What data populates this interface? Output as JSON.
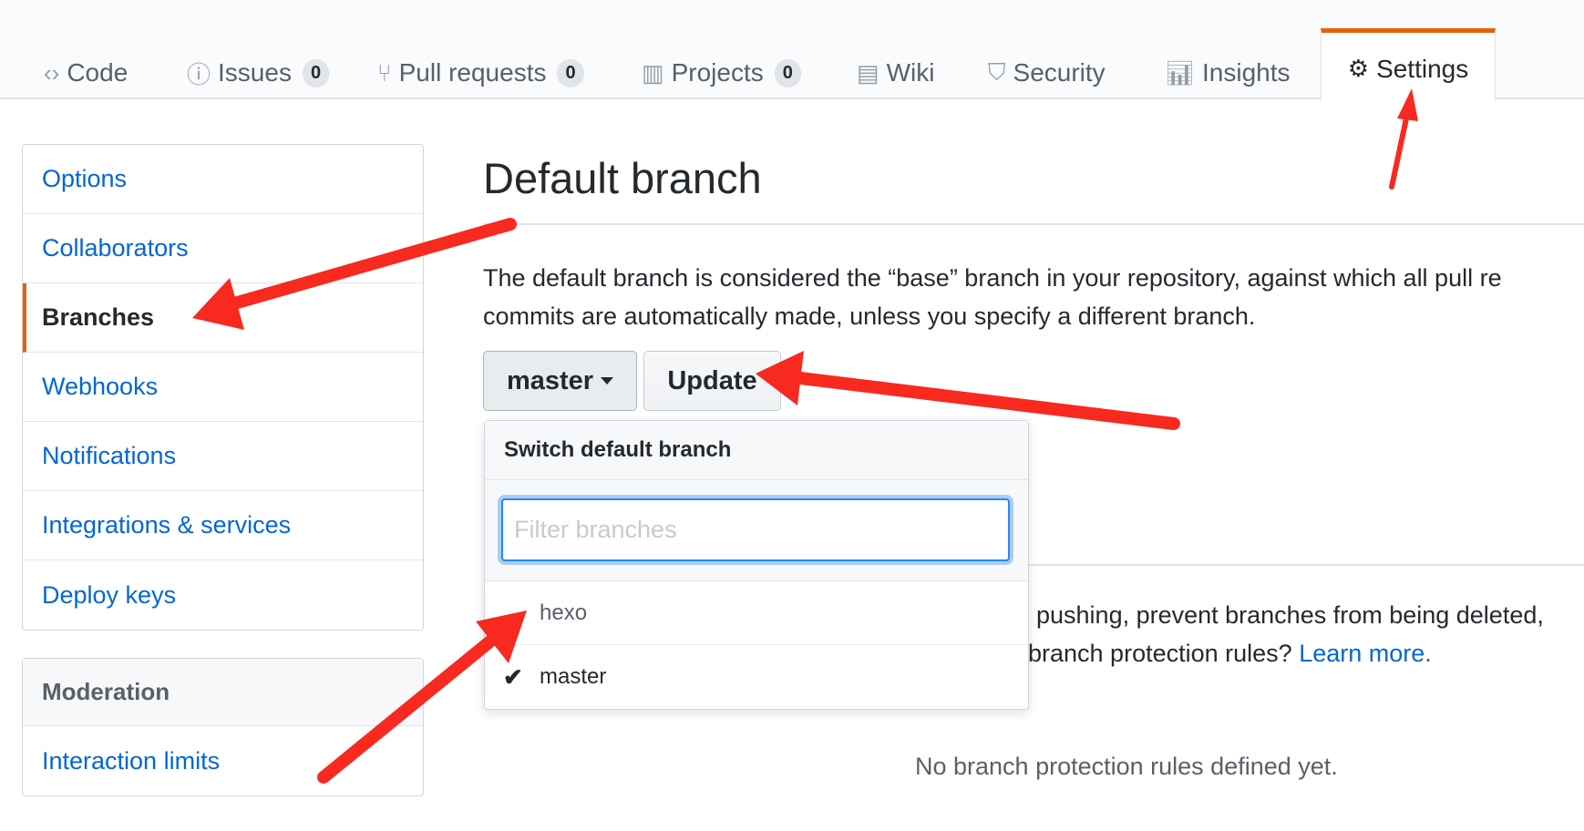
{
  "tabs": [
    {
      "label": "Code",
      "icon": "code-icon"
    },
    {
      "label": "Issues",
      "count": "0",
      "icon": "issue-icon"
    },
    {
      "label": "Pull requests",
      "count": "0",
      "icon": "pull-request-icon"
    },
    {
      "label": "Projects",
      "count": "0",
      "icon": "project-icon"
    },
    {
      "label": "Wiki",
      "icon": "book-icon"
    },
    {
      "label": "Security",
      "icon": "shield-icon"
    },
    {
      "label": "Insights",
      "icon": "graph-icon"
    },
    {
      "label": "Settings",
      "icon": "gear-icon",
      "selected": true
    }
  ],
  "sidebar": {
    "items": [
      "Options",
      "Collaborators",
      "Branches",
      "Webhooks",
      "Notifications",
      "Integrations & services",
      "Deploy keys"
    ],
    "active": "Branches",
    "moderation": {
      "header": "Moderation",
      "items": [
        "Interaction limits"
      ]
    }
  },
  "main": {
    "title": "Default branch",
    "description_line1": "The default branch is considered the “base” branch in your repository, against which all pull re",
    "description_line2": "commits are automatically made, unless you specify a different branch.",
    "branch_button": "master",
    "update_button": "Update",
    "protection_line1": "pushing, prevent branches from being deleted,",
    "protection_line2": "branch protection rules?",
    "learn_more": "Learn more.",
    "empty_state": "No branch protection rules defined yet."
  },
  "dropdown": {
    "header": "Switch default branch",
    "filter_placeholder": "Filter branches",
    "branches": [
      {
        "name": "hexo",
        "selected": false
      },
      {
        "name": "master",
        "selected": true
      }
    ]
  },
  "colors": {
    "accent": "#e36209",
    "link": "#0366d6",
    "annotation": "#f8291f"
  }
}
